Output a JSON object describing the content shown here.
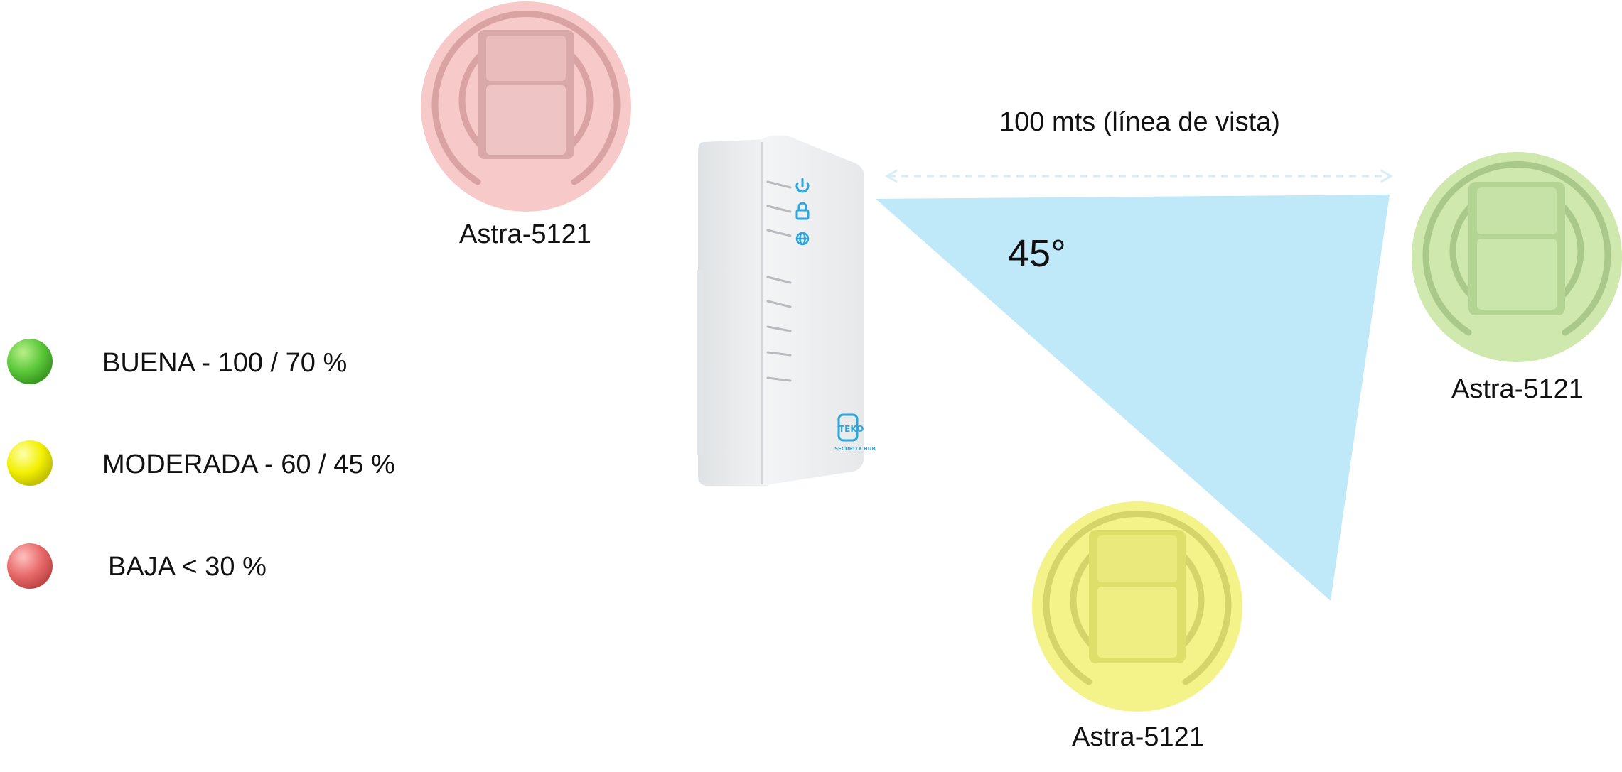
{
  "legend": {
    "items": [
      {
        "label": "BUENA - 100 / 70 %",
        "color": "#5cc83a"
      },
      {
        "label": "MODERADA - 60 / 45 %",
        "color": "#f2f000"
      },
      {
        "label": "BAJA < 30 %",
        "color": "#e86a6a"
      }
    ]
  },
  "sensors": {
    "red": {
      "label": "Astra-5121",
      "color": "#f7c9c9"
    },
    "green": {
      "label": "Astra-5121",
      "color": "#cfe8ad"
    },
    "yellow": {
      "label": "Astra-5121",
      "color": "#f3f38a"
    }
  },
  "range": {
    "distance_label": "100 mts (línea de vista)",
    "angle_label": "45°",
    "wedge_color": "#bfe9f8"
  },
  "hub": {
    "brand": "TEKO",
    "subtitle": "SECURITY HUB",
    "icons": [
      "power-icon",
      "lock-icon",
      "globe-icon"
    ],
    "accent": "#2aa7dd"
  }
}
